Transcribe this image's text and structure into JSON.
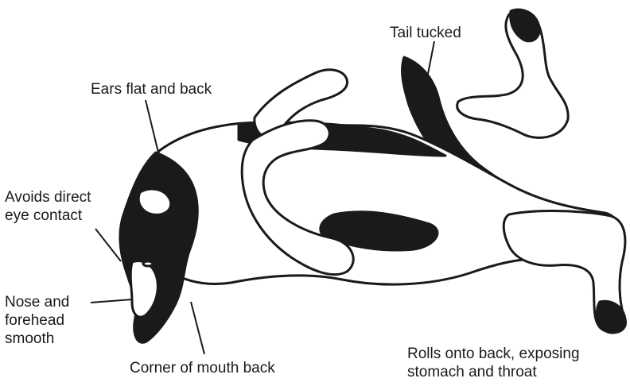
{
  "title": "",
  "colors": {
    "ink": "#1a1a1a",
    "background": "#ffffff"
  },
  "illustration": "submissive-dog-on-back",
  "labels": {
    "tail": "Tail tucked",
    "ears": "Ears flat and back",
    "eyes": "Avoids direct\neye contact",
    "nose": "Nose and\nforehead\nsmooth",
    "mouth": "Corner of mouth back",
    "rolls": "Rolls onto back, exposing\nstomach and throat"
  }
}
